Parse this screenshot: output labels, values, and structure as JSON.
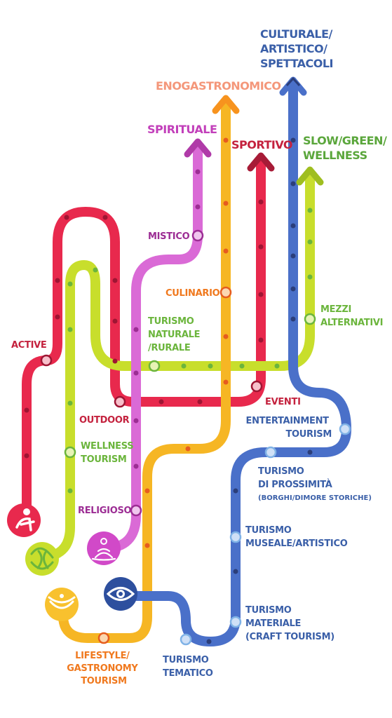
{
  "colors": {
    "red": "#e8294d",
    "magenta": "#cc4ec3",
    "orange": "#f6a623",
    "orange_light": "#f7931e",
    "yellowgreen": "#c8de2c",
    "green": "#6bb53c",
    "blue": "#4a70c9",
    "blue_dark": "#3a5fa8"
  },
  "destinations": {
    "culturale": [
      "CULTURALE/",
      "ARTISTICO/",
      "SPETTACOLI"
    ],
    "enogastronomico": [
      "ENOGASTRONOMICO"
    ],
    "spirituale": [
      "SPIRITUALE"
    ],
    "sportivo": [
      "SPORTIVO"
    ],
    "slow": [
      "SLOW/GREEN/",
      "WELLNESS"
    ]
  },
  "stations": {
    "mistico": [
      "MISTICO"
    ],
    "culinario": [
      "CULINARIO"
    ],
    "turismo_naturale": [
      "TURISMO",
      "NATURALE",
      "/RURALE"
    ],
    "mezzi_alternativi": [
      "MEZZI",
      "ALTERNATIVI"
    ],
    "active": [
      "ACTIVE"
    ],
    "eventi": [
      "EVENTI"
    ],
    "outdoor": [
      "OUTDOOR"
    ],
    "entertainment": [
      "ENTERTAINMENT",
      "TOURISM"
    ],
    "wellness_tourism": [
      "WELLNESS",
      "TOURISM"
    ],
    "prossimita": [
      "TURISMO",
      "DI PROSSIMITÀ"
    ],
    "prossimita_sub": [
      "(BORGHI/DIMORE STORICHE)"
    ],
    "religioso": [
      "RELIGIOSO"
    ],
    "museale": [
      "TURISMO",
      "MUSEALE/ARTISTICO"
    ],
    "materiale": [
      "TURISMO",
      "MATERIALE",
      "(CRAFT TOURISM)"
    ],
    "lifestyle": [
      "LIFESTYLE/",
      "GASTRONOMY",
      "TOURISM"
    ],
    "tematico": [
      "TURISMO",
      "TEMATICO"
    ]
  },
  "origin_icons": [
    "active-icon",
    "wellness-icon",
    "meditation-icon",
    "eye-icon",
    "lifestyle-icon"
  ]
}
